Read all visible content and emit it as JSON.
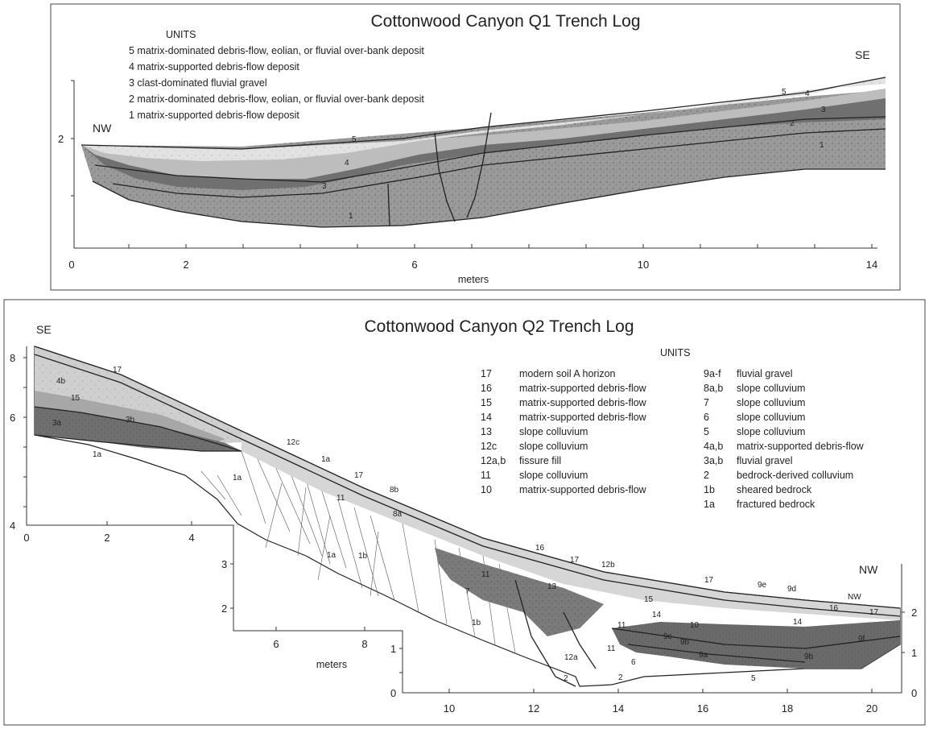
{
  "q1": {
    "title": "Cottonwood Canyon Q1 Trench Log",
    "units_heading": "UNITS",
    "legend": [
      "5  matrix-dominated debris-flow, eolian, or fluvial over-bank deposit",
      "4  matrix-supported debris-flow deposit",
      "3  clast-dominated fluvial gravel",
      "2  matrix-dominated debris-flow, eolian, or fluvial over-bank deposit",
      "1  matrix-supported debris-flow deposit"
    ],
    "dir_left": "NW",
    "dir_right": "SE",
    "x_ticks": [
      "0",
      "2",
      "6",
      "10",
      "14"
    ],
    "y_ticks": [
      "2"
    ],
    "x_label": "meters",
    "unit_labels": [
      "5",
      "4",
      "3",
      "1",
      "5",
      "4",
      "3",
      "2",
      "1"
    ],
    "colors": {
      "unit1": "#8f8f8f",
      "unit2": "#d8d8d8",
      "unit3": "#6e6e6e",
      "unit4": "#b9b9b9",
      "unit5": "#e6e6e6"
    }
  },
  "q2": {
    "title": "Cottonwood Canyon Q2 Trench Log",
    "units_heading": "UNITS",
    "legend_left": [
      {
        "code": "17",
        "desc": "modern soil A horizon"
      },
      {
        "code": "16",
        "desc": "matrix-supported debris-flow"
      },
      {
        "code": "15",
        "desc": "matrix-supported debris-flow"
      },
      {
        "code": "14",
        "desc": "matrix-supported debris-flow"
      },
      {
        "code": "13",
        "desc": "slope colluvium"
      },
      {
        "code": "12c",
        "desc": "slope colluvium"
      },
      {
        "code": "12a,b",
        "desc": "fissure fill"
      },
      {
        "code": "11",
        "desc": "slope colluvium"
      },
      {
        "code": "10",
        "desc": "matrix-supported debris-flow"
      }
    ],
    "legend_right": [
      {
        "code": "9a-f",
        "desc": "fluvial gravel"
      },
      {
        "code": "8a,b",
        "desc": "slope colluvium"
      },
      {
        "code": "7",
        "desc": "slope colluvium"
      },
      {
        "code": "6",
        "desc": "slope colluvium"
      },
      {
        "code": "5",
        "desc": "slope colluvium"
      },
      {
        "code": "4a,b",
        "desc": "matrix-supported debris-flow"
      },
      {
        "code": "3a,b",
        "desc": "fluvial gravel"
      },
      {
        "code": "2",
        "desc": "bedrock-derived colluvium"
      },
      {
        "code": "1b",
        "desc": "sheared bedrock"
      },
      {
        "code": "1a",
        "desc": "fractured bedrock"
      }
    ],
    "dir_left": "SE",
    "dir_right": "NW",
    "left_y_ticks": [
      "8",
      "6",
      "4"
    ],
    "left_x_ticks": [
      "0",
      "2",
      "4"
    ],
    "mid_y_ticks": [
      "3",
      "2"
    ],
    "mid_x_ticks": [
      "6",
      "8"
    ],
    "x_label": "meters",
    "right_left_y_ticks": [
      "1",
      "0"
    ],
    "right_right_y_ticks": [
      "2",
      "1",
      "0"
    ],
    "right_x_ticks": [
      "10",
      "12",
      "14",
      "16",
      "18",
      "20"
    ],
    "unit_labels": [
      "17",
      "4b",
      "15",
      "3b",
      "3a",
      "1a",
      "12c",
      "1a",
      "1a",
      "17",
      "8b",
      "11",
      "8a",
      "1a",
      "1b",
      "16",
      "17",
      "12b",
      "17",
      "9e",
      "9d",
      "NW",
      "7",
      "11",
      "13",
      "15",
      "14",
      "16",
      "17",
      "14",
      "1b",
      "12a",
      "11",
      "10",
      "9c",
      "9b",
      "9a",
      "9f",
      "9b",
      "6",
      "11",
      "2",
      "2",
      "5"
    ],
    "colors": {
      "bedrock": "#ffffff",
      "gravel": "#7a7a7a",
      "debris": "#c4c4c4",
      "soil": "#e3e3e3"
    }
  }
}
